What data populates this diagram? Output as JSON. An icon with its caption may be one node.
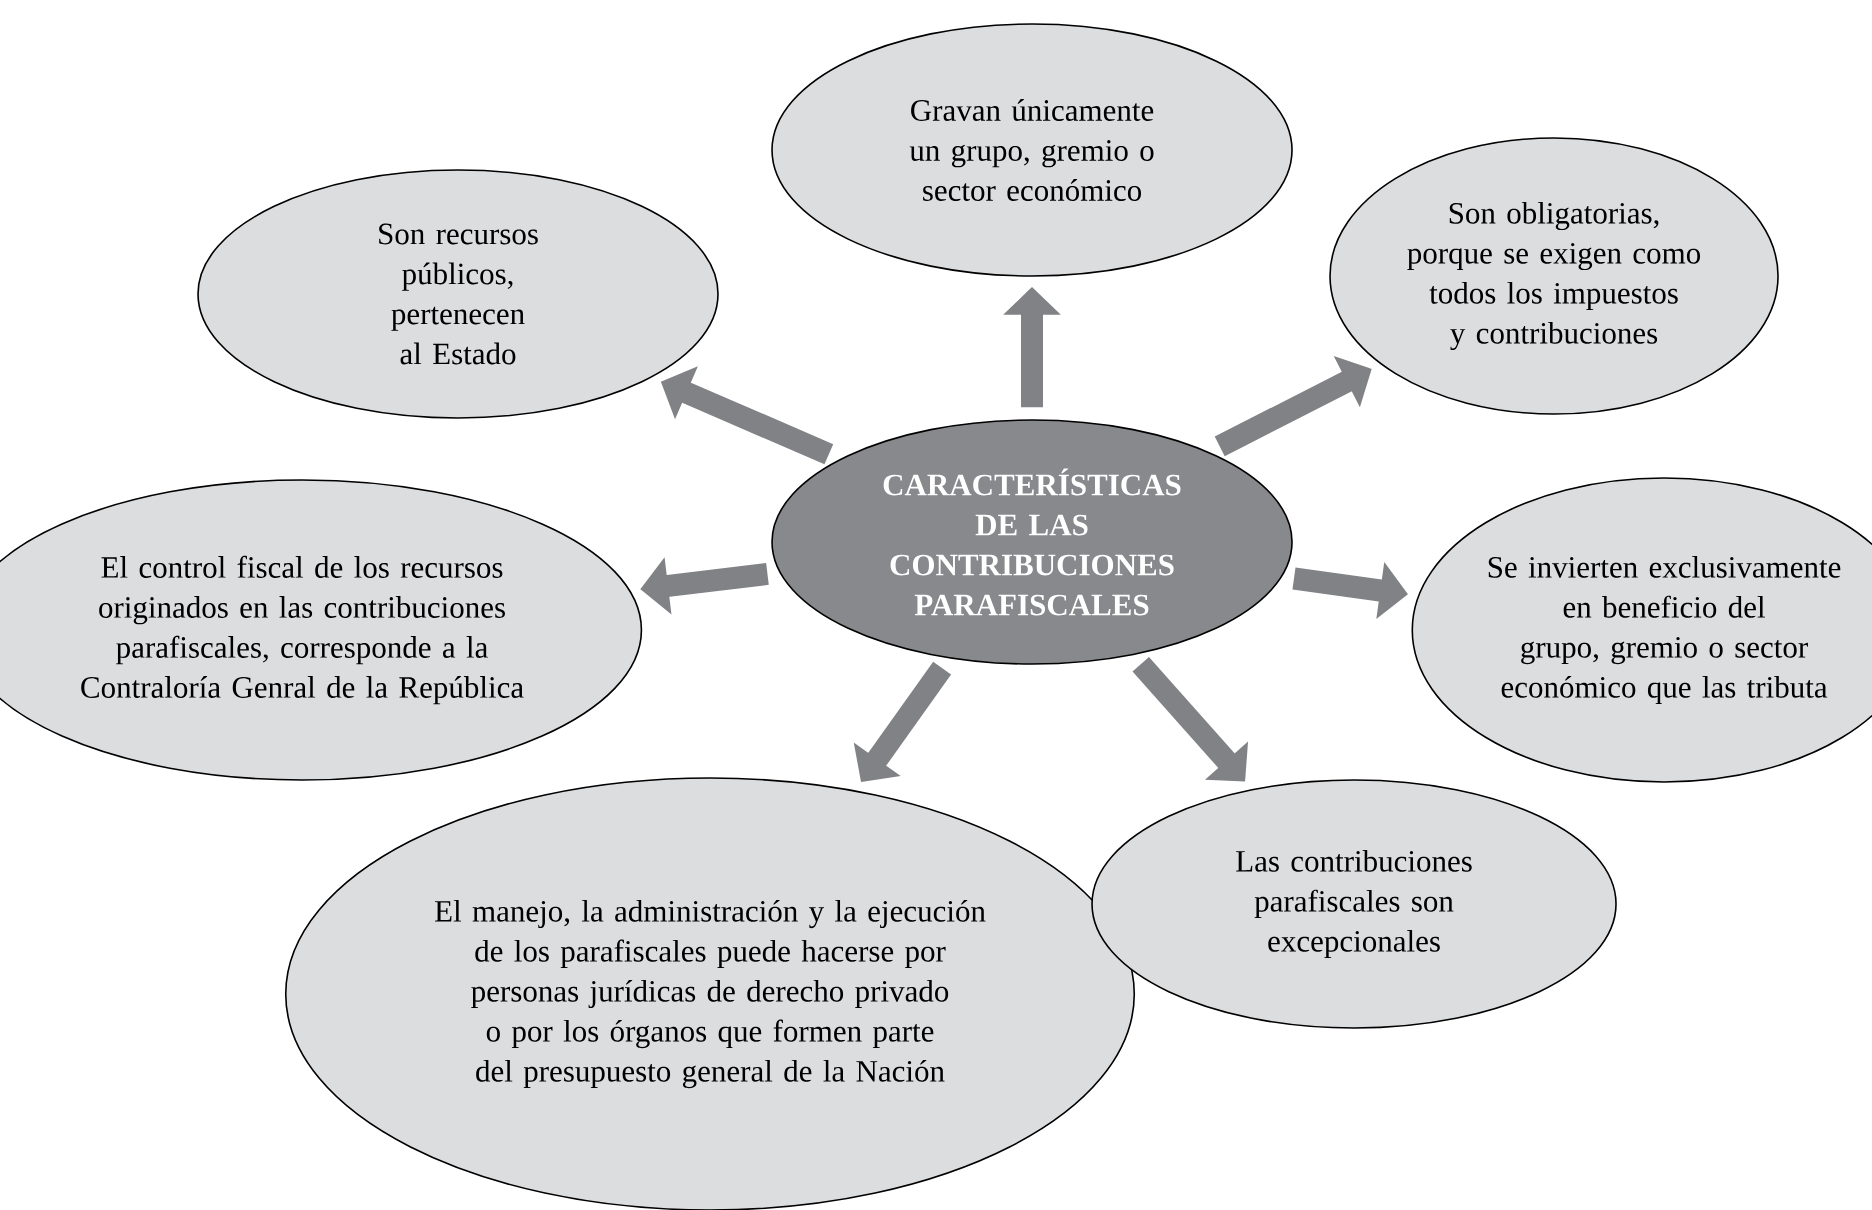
{
  "diagram": {
    "nodes": [
      {
        "text": [
          "CARACTERÍSTICAS DE LAS CONTRIBUCIONES PARAFISCALES"
        ]
      },
      {
        "text": [
          "Son recursos públicos, pertenecen al Estado"
        ]
      },
      {
        "text": [
          "Gravan únicamente un grupo, gremio o sector económico"
        ]
      },
      {
        "text": [
          "Son obligatorias, porque se exigen como todos los impuestos y contribuciones"
        ]
      },
      {
        "text": [
          "El control fiscal de los recursos originados en las contribuciones parafiscales, corresponde a la Contraloría Genral de la República"
        ]
      },
      {
        "text": [
          "Se invierten exclusivamente en beneficio del grupo, gremio o sector económico que las tributa"
        ]
      },
      {
        "text": [
          "El manejo, la administración y la ejecución de los parafiscales puede hacerse por personas jurídicas de derecho privado o por los órganos que formen parte del presupuesto general de la Nación"
        ]
      },
      {
        "text": [
          "Las contribuciones parafiscales son excepcionales"
        ]
      }
    ],
    "edges": [
      {
        "from": 0,
        "to": 1,
        "arrow": "to"
      },
      {
        "from": 0,
        "to": 2,
        "arrow": "to"
      },
      {
        "from": 0,
        "to": 3,
        "arrow": "to"
      },
      {
        "from": 0,
        "to": 4,
        "arrow": "to"
      },
      {
        "from": 0,
        "to": 5,
        "arrow": "to"
      },
      {
        "from": 0,
        "to": 6,
        "arrow": "to"
      },
      {
        "from": 0,
        "to": 7,
        "arrow": "to"
      }
    ]
  }
}
